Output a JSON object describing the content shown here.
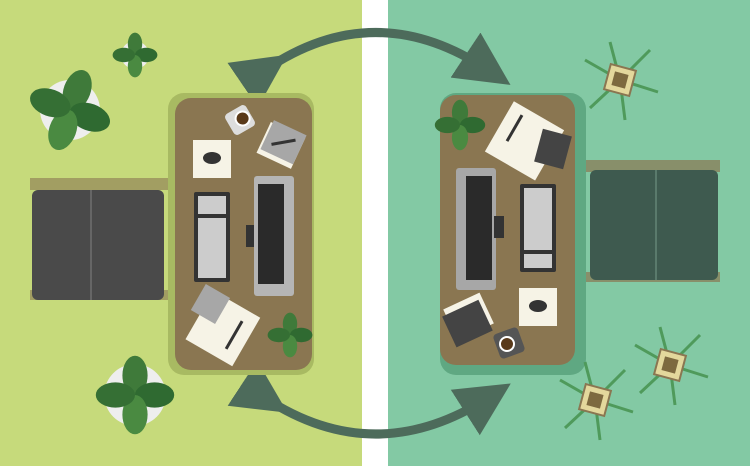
{
  "colors": {
    "left_background": "#c6da7b",
    "right_background": "#83c9a4",
    "divider": "#ffffff",
    "desk": "#8a7651",
    "arrow": "#4d6b5b",
    "chair": "#4a4a4a",
    "right_chair": "#3e5a4f",
    "plant": "#3f7a3a"
  },
  "scene": {
    "left_workspace": [
      "chair",
      "desk",
      "monitor",
      "keyboard",
      "mouse-pad",
      "coffee-cup",
      "notebook",
      "tablet",
      "potted-plant"
    ],
    "right_workspace": [
      "chair",
      "desk",
      "monitor",
      "keyboard",
      "mouse-pad",
      "coffee-cup",
      "notebook",
      "tablet",
      "palm-plant"
    ],
    "arrows": [
      "top-double-arrow",
      "bottom-double-arrow"
    ]
  }
}
